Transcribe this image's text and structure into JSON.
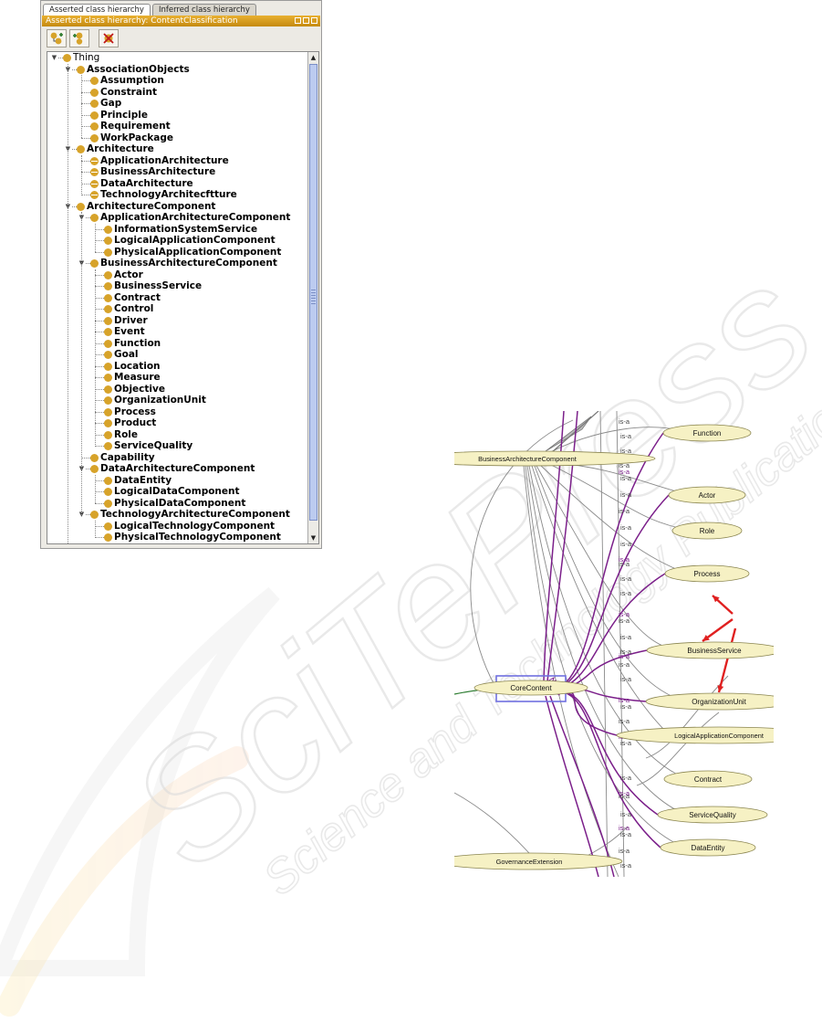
{
  "panel": {
    "tabs": [
      "Asserted class hierarchy",
      "Inferred class hierarchy"
    ],
    "title": "Asserted class hierarchy: ContentClassification",
    "toolbar_icons": [
      "add-subclass-icon",
      "add-sibling-icon",
      "delete-class-icon"
    ]
  },
  "tree": [
    {
      "label": "Thing",
      "level": 0,
      "expanded": true
    },
    {
      "label": "AssociationObjects",
      "level": 1,
      "expanded": true
    },
    {
      "label": "Assumption",
      "level": 2
    },
    {
      "label": "Constraint",
      "level": 2
    },
    {
      "label": "Gap",
      "level": 2
    },
    {
      "label": "Principle",
      "level": 2
    },
    {
      "label": "Requirement",
      "level": 2
    },
    {
      "label": "WorkPackage",
      "level": 2
    },
    {
      "label": "Architecture",
      "level": 1,
      "expanded": true
    },
    {
      "label": "ApplicationArchitecture",
      "level": 2,
      "defined": true
    },
    {
      "label": "BusinessArchitecture",
      "level": 2,
      "defined": true
    },
    {
      "label": "DataArchitecture",
      "level": 2,
      "defined": true
    },
    {
      "label": "TechnologyArchitecftture",
      "level": 2,
      "defined": true
    },
    {
      "label": "ArchitectureComponent",
      "level": 1,
      "expanded": true
    },
    {
      "label": "ApplicationArchitectureComponent",
      "level": 2,
      "expanded": true
    },
    {
      "label": "InformationSystemService",
      "level": 3
    },
    {
      "label": "LogicalApplicationComponent",
      "level": 3
    },
    {
      "label": "PhysicalApplicationComponent",
      "level": 3
    },
    {
      "label": "BusinessArchitectureComponent",
      "level": 2,
      "expanded": true
    },
    {
      "label": "Actor",
      "level": 3
    },
    {
      "label": "BusinessService",
      "level": 3
    },
    {
      "label": "Contract",
      "level": 3
    },
    {
      "label": "Control",
      "level": 3
    },
    {
      "label": "Driver",
      "level": 3
    },
    {
      "label": "Event",
      "level": 3
    },
    {
      "label": "Function",
      "level": 3
    },
    {
      "label": "Goal",
      "level": 3
    },
    {
      "label": "Location",
      "level": 3
    },
    {
      "label": "Measure",
      "level": 3
    },
    {
      "label": "Objective",
      "level": 3
    },
    {
      "label": "OrganizationUnit",
      "level": 3
    },
    {
      "label": "Process",
      "level": 3
    },
    {
      "label": "Product",
      "level": 3
    },
    {
      "label": "Role",
      "level": 3
    },
    {
      "label": "ServiceQuality",
      "level": 3
    },
    {
      "label": "Capability",
      "level": 2
    },
    {
      "label": "DataArchitectureComponent",
      "level": 2,
      "expanded": true
    },
    {
      "label": "DataEntity",
      "level": 3
    },
    {
      "label": "LogicalDataComponent",
      "level": 3
    },
    {
      "label": "PhysicalDataComponent",
      "level": 3
    },
    {
      "label": "TechnologyArchitectureComponent",
      "level": 2,
      "expanded": true
    },
    {
      "label": "LogicalTechnologyComponent",
      "level": 3
    },
    {
      "label": "PhysicalTechnologyComponent",
      "level": 3
    }
  ],
  "graph": {
    "edge_label": "is-a",
    "nodes": [
      {
        "label": "BusinessArchitectureComponent"
      },
      {
        "label": "Function"
      },
      {
        "label": "Actor"
      },
      {
        "label": "Role"
      },
      {
        "label": "Process"
      },
      {
        "label": "BusinessService"
      },
      {
        "label": "CoreContent"
      },
      {
        "label": "OrganizationUnit"
      },
      {
        "label": "LogicalApplicationComponent"
      },
      {
        "label": "Contract"
      },
      {
        "label": "ServiceQuality"
      },
      {
        "label": "DataEntity"
      },
      {
        "label": "GovernanceExtension"
      }
    ],
    "colors": {
      "purple": "#7b1f8a",
      "gray": "#8a8a8a",
      "green": "#2e7d32",
      "red": "#e02020",
      "node_fill": "#f6f1c4",
      "selection": "#7070e0"
    }
  },
  "watermark": {
    "main": "SciTePress",
    "sub": "Science and Technology Publications"
  }
}
